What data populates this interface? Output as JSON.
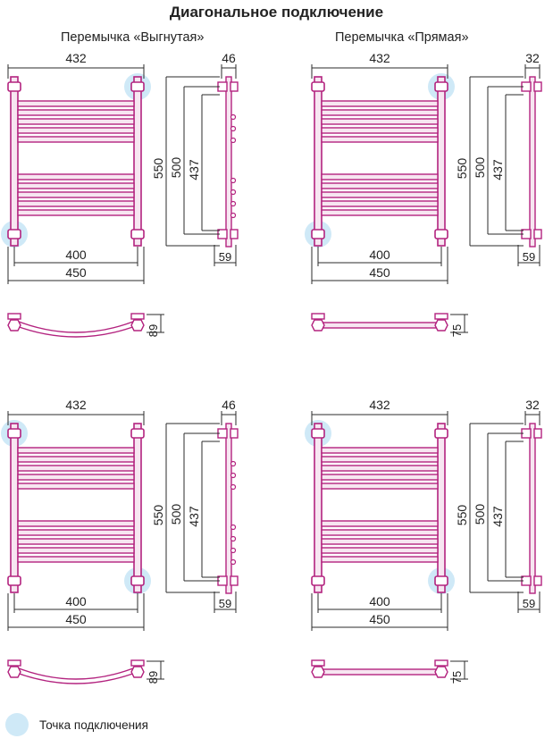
{
  "title": "Диагональное подключение",
  "subtitles": {
    "left": "Перемычка «Выгнутая»",
    "right": "Перемычка «Прямая»"
  },
  "colors": {
    "pipe": "#b3237f",
    "pipe_fill": "#f7e6f1",
    "line": "#2b2b2b",
    "connection": "#cfe9f7"
  },
  "diagrams": [
    {
      "id": "top-left",
      "bridge": "curved",
      "connections": [
        "top-right",
        "bottom-left"
      ],
      "dims": {
        "top_width": "432",
        "side_depth": "46",
        "height": "550",
        "center": "500",
        "inner": "437",
        "axis": "400",
        "total": "450",
        "bottom_depth": "59",
        "plan_depth": "89"
      }
    },
    {
      "id": "top-right",
      "bridge": "straight",
      "connections": [
        "top-right",
        "bottom-left"
      ],
      "dims": {
        "top_width": "432",
        "side_depth": "32",
        "height": "550",
        "center": "500",
        "inner": "437",
        "axis": "400",
        "total": "450",
        "bottom_depth": "59",
        "plan_depth": "75"
      }
    },
    {
      "id": "bottom-left",
      "bridge": "curved",
      "connections": [
        "top-left",
        "bottom-right"
      ],
      "dims": {
        "top_width": "432",
        "side_depth": "46",
        "height": "550",
        "center": "500",
        "inner": "437",
        "axis": "400",
        "total": "450",
        "bottom_depth": "59",
        "plan_depth": "89"
      }
    },
    {
      "id": "bottom-right",
      "bridge": "straight",
      "connections": [
        "top-left",
        "bottom-right"
      ],
      "dims": {
        "top_width": "432",
        "side_depth": "32",
        "height": "550",
        "center": "500",
        "inner": "437",
        "axis": "400",
        "total": "450",
        "bottom_depth": "59",
        "plan_depth": "75"
      }
    }
  ],
  "legend": {
    "label": "Точка подключения"
  }
}
